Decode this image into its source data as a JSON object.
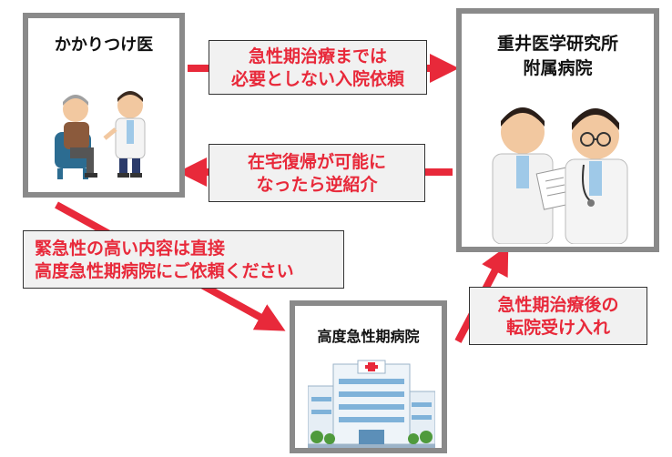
{
  "colors": {
    "arrow": "#e8293a",
    "box_border": "#8a8a8a",
    "note_bg": "#f1f1f1",
    "note_text": "#e8293a"
  },
  "nodes": {
    "clinic": {
      "title": "かかりつけ医",
      "illustration": "doctor-and-patient-icon"
    },
    "institute": {
      "title_line1": "重井医学研究所",
      "title_line2": "附属病院",
      "illustration": "two-doctors-icon"
    },
    "acute": {
      "title": "高度急性期病院",
      "illustration": "hospital-building-icon"
    }
  },
  "notes": {
    "admission_request": {
      "line1": "急性期治療までは",
      "line2": "必要としない入院依頼"
    },
    "reverse_referral": {
      "line1": "在宅復帰が可能に",
      "line2": "なったら逆紹介"
    },
    "urgent_request": {
      "line1": "緊急性の高い内容は直接",
      "line2": "高度急性期病院にご依頼ください"
    },
    "transfer": {
      "line1": "急性期治療後の",
      "line2": "転院受け入れ"
    }
  }
}
